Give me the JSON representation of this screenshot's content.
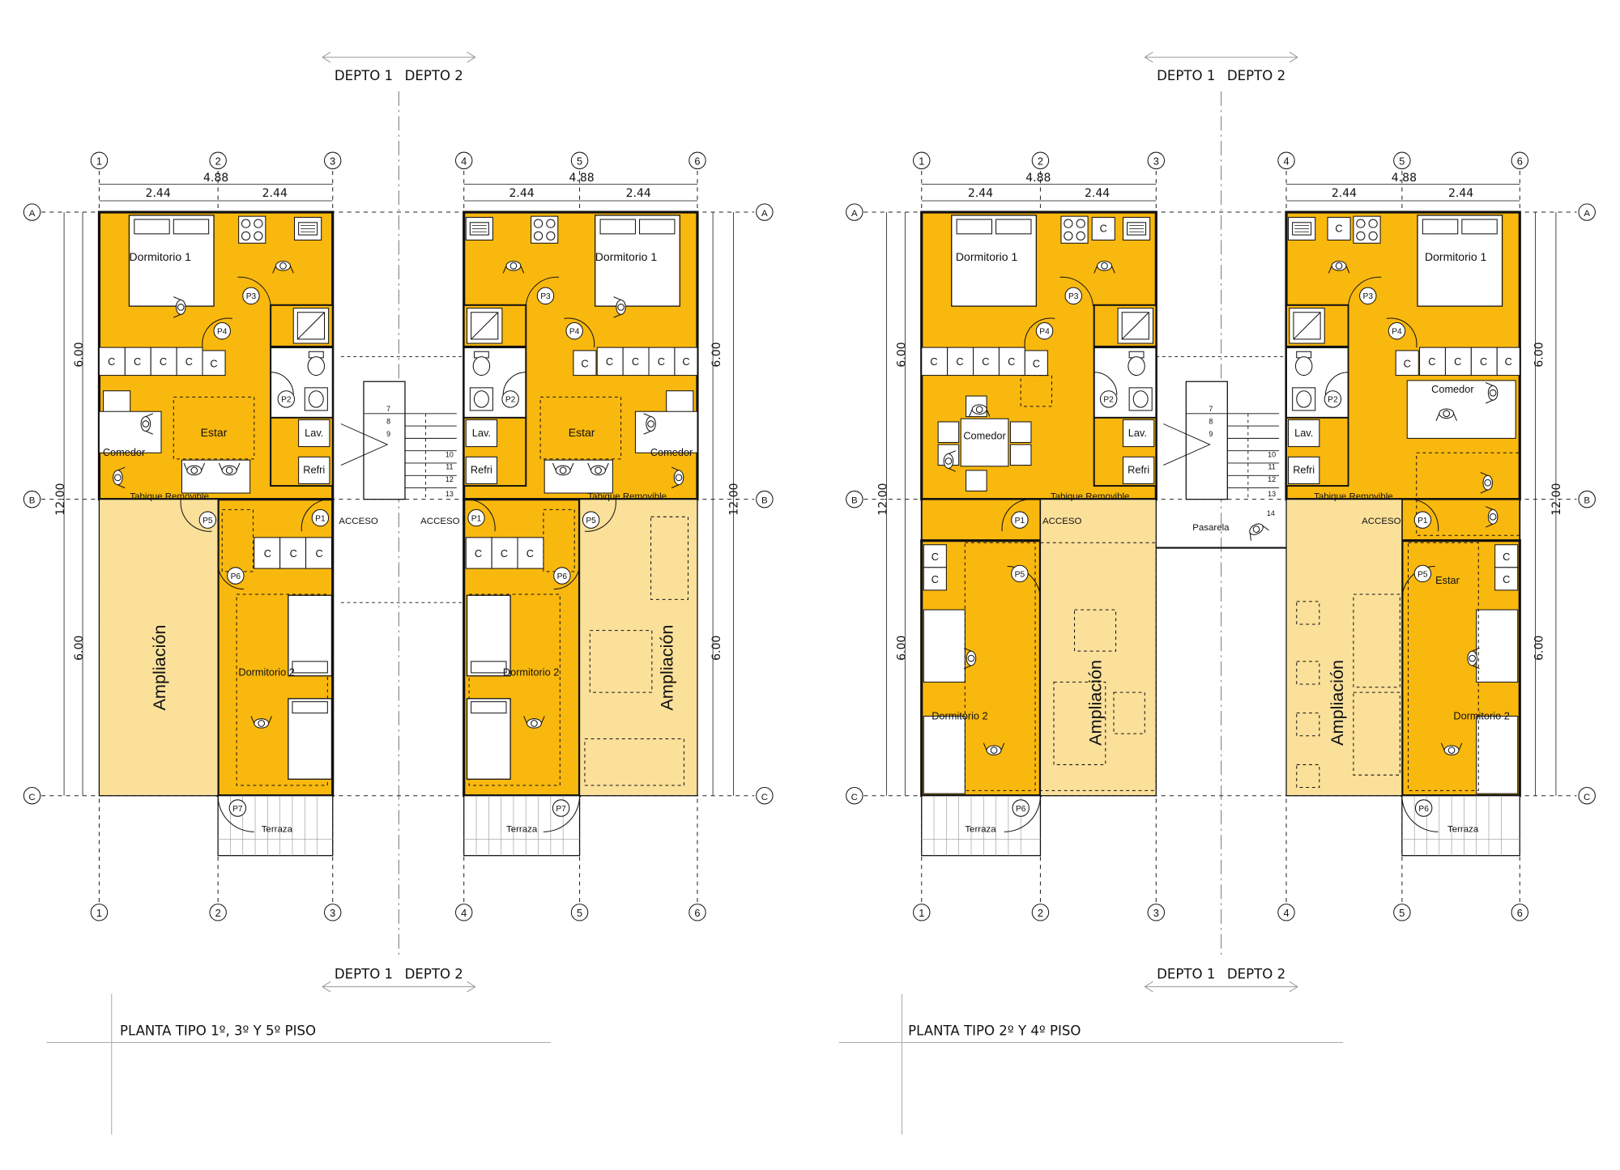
{
  "colors": {
    "unit_fill": "#f9b80e",
    "expansion_fill": "#fbe09a",
    "wall": "#111111",
    "grid": "#222222",
    "dash": "#333333"
  },
  "top_labels": {
    "depto1": "DEPTO 1",
    "depto2": "DEPTO 2"
  },
  "bottom_labels": {
    "depto1": "DEPTO 1",
    "depto2": "DEPTO 2"
  },
  "grid": {
    "columns": [
      "1",
      "2",
      "3",
      "4",
      "5",
      "6"
    ],
    "rows": [
      "A",
      "B",
      "C"
    ],
    "dim_total": "4.88",
    "dim_half": "2.44",
    "dim_six": "6.00",
    "dim_twelve": "12.00"
  },
  "plan_left": {
    "title": "PLANTA TIPO 1º, 3º Y 5º PISO",
    "rooms": {
      "dormitorio1": "Dormitorio 1",
      "estar": "Estar",
      "comedor": "Comedor",
      "lav": "Lav.",
      "refri": "Refri",
      "tabique": "Tabique Removible",
      "acceso": "ACCESO",
      "dormitorio2": "Dormitorio 2",
      "ampliacion": "Ampliación",
      "terraza": "Terraza",
      "closet": "C"
    },
    "doors": [
      "P1",
      "P2",
      "P3",
      "P4",
      "P5",
      "P6",
      "P7"
    ],
    "stair_steps": [
      "7",
      "8",
      "9",
      "10",
      "11",
      "12",
      "13"
    ]
  },
  "plan_right": {
    "title": "PLANTA TIPO 2º Y 4º PISO",
    "rooms": {
      "dormitorio1": "Dormitorio 1",
      "comedor": "Comedor",
      "estar": "Estar",
      "lav": "Lav.",
      "refri": "Refri",
      "tabique": "Tabique Removible",
      "acceso": "ACCESO",
      "pasarela": "Pasarela",
      "dormitorio2": "Dormitorio 2",
      "ampliacion": "Ampliación",
      "terraza": "Terraza",
      "closet": "C"
    },
    "doors": [
      "P1",
      "P2",
      "P3",
      "P4",
      "P5",
      "P6"
    ],
    "stair_steps": [
      "7",
      "8",
      "9",
      "10",
      "11",
      "12",
      "13"
    ],
    "walkway_step": "14"
  }
}
